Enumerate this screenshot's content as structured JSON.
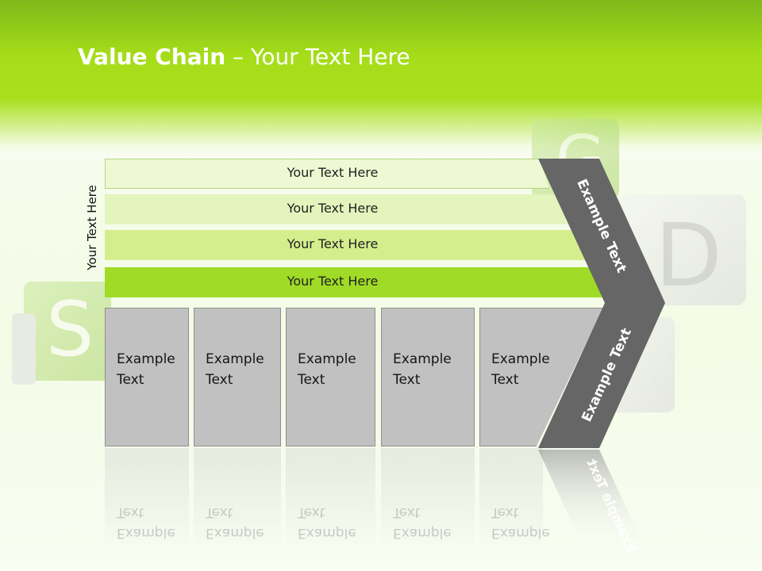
{
  "title": {
    "bold": "Value Chain",
    "rest": " – Your Text Here"
  },
  "side_label": "Your Text Here",
  "bars": [
    "Your Text Here",
    "Your Text Here",
    "Your Text Here",
    "Your Text Here"
  ],
  "boxes": [
    {
      "line1": "Example",
      "line2": "Text"
    },
    {
      "line1": "Example",
      "line2": "Text"
    },
    {
      "line1": "Example",
      "line2": "Text"
    },
    {
      "line1": "Example",
      "line2": "Text"
    },
    {
      "line1": "Example",
      "line2": "Text"
    }
  ],
  "chevron": {
    "upper": "Example Text",
    "lower": "Example Text"
  },
  "colors": {
    "header_green": "#a5dd1a",
    "bar_bright": "#9fdb27",
    "chevron_gray": "#666666",
    "box_gray": "#c1c1c1"
  }
}
